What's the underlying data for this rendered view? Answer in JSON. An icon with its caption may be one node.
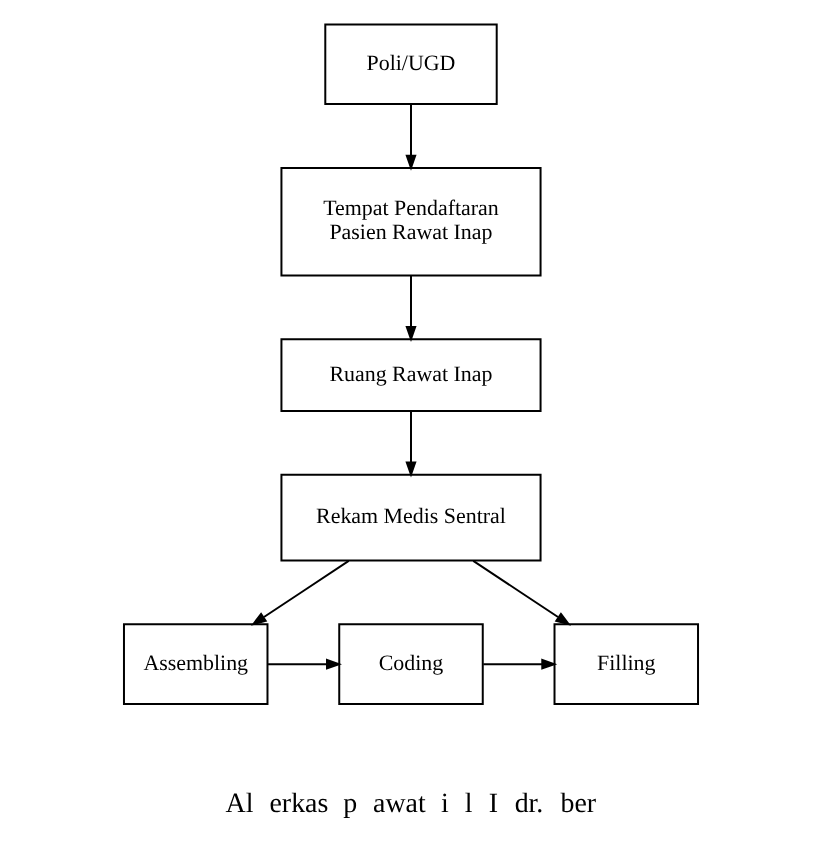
{
  "diagram": {
    "nodes": [
      {
        "text": [
          "Poli/UGD"
        ]
      },
      {
        "text": [
          "Tempat Pendaftaran Pasien Rawat Inap"
        ]
      },
      {
        "text": [
          "Ruang Rawat Inap"
        ]
      },
      {
        "text": [
          "Rekam Medis Sentral"
        ]
      },
      {
        "text": [
          "Assembling"
        ]
      },
      {
        "text": [
          "Coding"
        ]
      },
      {
        "text": [
          "Filling"
        ]
      }
    ],
    "edges": [
      {
        "from": 0,
        "to": 1,
        "arrow": "to"
      },
      {
        "from": 1,
        "to": 2,
        "arrow": "to"
      },
      {
        "from": 2,
        "to": 3,
        "arrow": "to"
      },
      {
        "from": 3,
        "to": 4,
        "arrow": "to"
      },
      {
        "from": 3,
        "to": 6,
        "arrow": "to"
      },
      {
        "from": 4,
        "to": 5,
        "arrow": "to"
      },
      {
        "from": 5,
        "to": 6,
        "arrow": "to"
      }
    ],
    "labels": [
      "Al",
      "erkas",
      "p",
      "awat",
      "i",
      "l",
      "I",
      "dr.",
      "ber"
    ]
  }
}
